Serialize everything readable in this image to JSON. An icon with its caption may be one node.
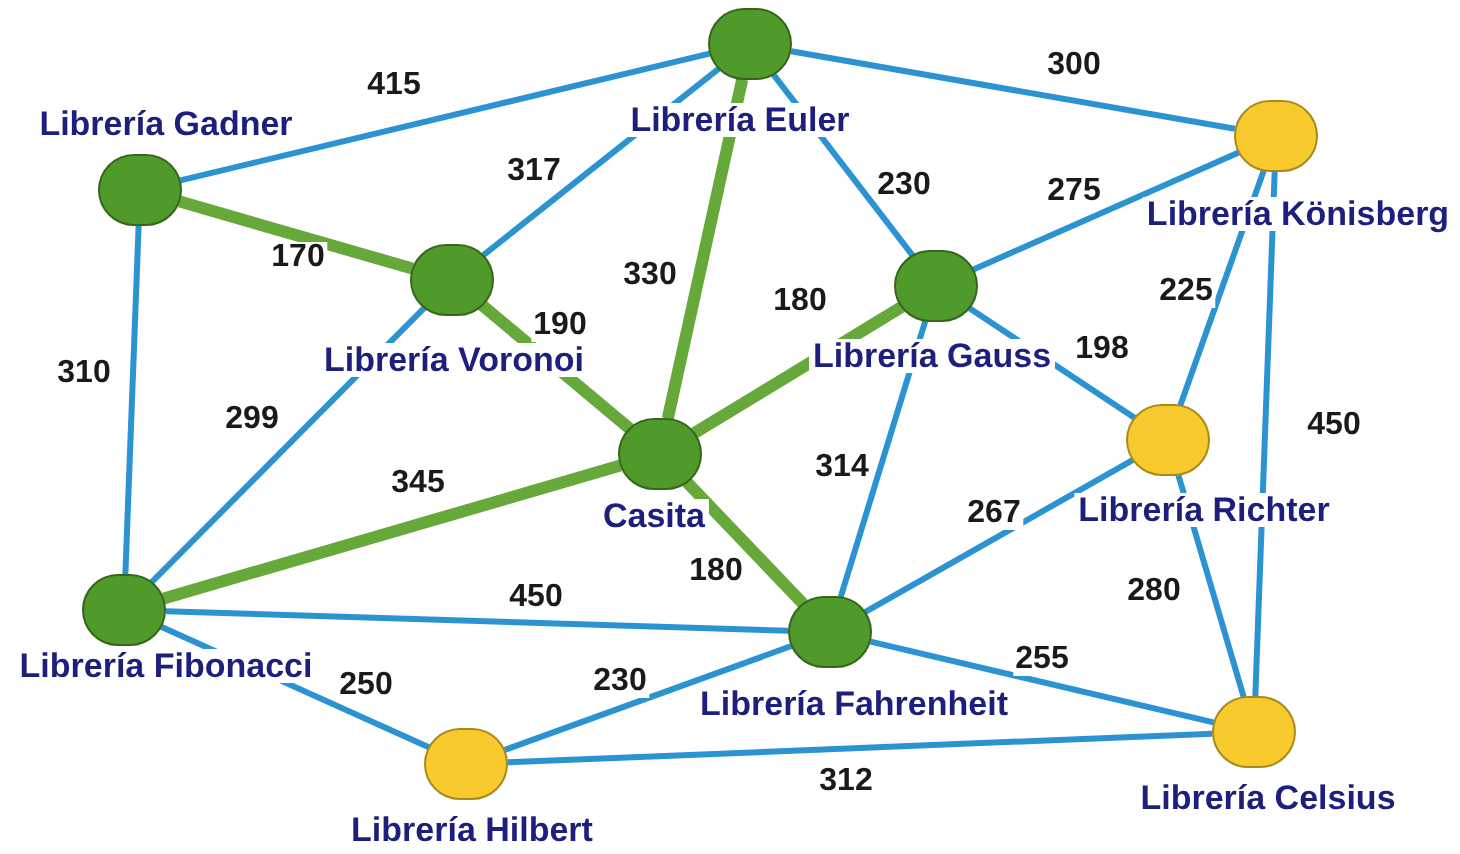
{
  "diagram": {
    "nodes": [
      {
        "text": [],
        "shape": "circle",
        "beside": [
          "Librería Euler"
        ]
      },
      {
        "text": [],
        "shape": "circle",
        "beside": [
          "Librería Gadner"
        ]
      },
      {
        "text": [],
        "shape": "circle",
        "beside": [
          "Librería Könisberg"
        ]
      },
      {
        "text": [],
        "shape": "circle",
        "beside": [
          "Librería Voronoi"
        ]
      },
      {
        "text": [],
        "shape": "circle",
        "beside": [
          "Librería Gauss"
        ]
      },
      {
        "text": [],
        "shape": "circle",
        "beside": [
          "Casita"
        ]
      },
      {
        "text": [],
        "shape": "circle",
        "beside": [
          "Librería Richter"
        ]
      },
      {
        "text": [],
        "shape": "circle",
        "beside": [
          "Librería Fibonacci"
        ]
      },
      {
        "text": [],
        "shape": "circle",
        "beside": [
          "Librería Fahrenheit"
        ]
      },
      {
        "text": [],
        "shape": "circle",
        "beside": [
          "Librería Hilbert"
        ]
      },
      {
        "text": [],
        "shape": "circle",
        "beside": [
          "Librería Celsius"
        ]
      }
    ],
    "edges": [
      {
        "from": 1,
        "to": 0,
        "arrow": "none",
        "label": "415"
      },
      {
        "from": 0,
        "to": 2,
        "arrow": "none",
        "label": "300"
      },
      {
        "from": 1,
        "to": 3,
        "arrow": "none",
        "label": "170",
        "style": "thick",
        "color": "#67a83a"
      },
      {
        "from": 3,
        "to": 0,
        "arrow": "none",
        "label": "317"
      },
      {
        "from": 0,
        "to": 5,
        "arrow": "none",
        "label": "330",
        "style": "thick",
        "color": "#67a83a"
      },
      {
        "from": 0,
        "to": 4,
        "arrow": "none",
        "label": "230"
      },
      {
        "from": 4,
        "to": 2,
        "arrow": "none",
        "label": "275"
      },
      {
        "from": 1,
        "to": 7,
        "arrow": "none",
        "label": "310"
      },
      {
        "from": 3,
        "to": 5,
        "arrow": "none",
        "label": "190",
        "style": "thick",
        "color": "#67a83a"
      },
      {
        "from": 4,
        "to": 5,
        "arrow": "none",
        "label": "180",
        "style": "thick",
        "color": "#67a83a"
      },
      {
        "from": 4,
        "to": 6,
        "arrow": "none",
        "label": "198"
      },
      {
        "from": 2,
        "to": 6,
        "arrow": "none",
        "label": "225"
      },
      {
        "from": 2,
        "to": 10,
        "arrow": "none",
        "label": "450"
      },
      {
        "from": 3,
        "to": 7,
        "arrow": "none",
        "label": "299"
      },
      {
        "from": 5,
        "to": 7,
        "arrow": "none",
        "label": "345",
        "style": "thick",
        "color": "#67a83a"
      },
      {
        "from": 5,
        "to": 8,
        "arrow": "none",
        "label": "180",
        "style": "thick",
        "color": "#67a83a"
      },
      {
        "from": 4,
        "to": 8,
        "arrow": "none",
        "label": "314"
      },
      {
        "from": 6,
        "to": 8,
        "arrow": "none",
        "label": "267"
      },
      {
        "from": 6,
        "to": 10,
        "arrow": "none",
        "label": "280"
      },
      {
        "from": 7,
        "to": 8,
        "arrow": "none",
        "label": "450"
      },
      {
        "from": 7,
        "to": 9,
        "arrow": "none",
        "label": "250"
      },
      {
        "from": 9,
        "to": 8,
        "arrow": "none",
        "label": "230"
      },
      {
        "from": 8,
        "to": 10,
        "arrow": "none",
        "label": "255"
      },
      {
        "from": 9,
        "to": 10,
        "arrow": "none",
        "label": "312"
      }
    ]
  }
}
